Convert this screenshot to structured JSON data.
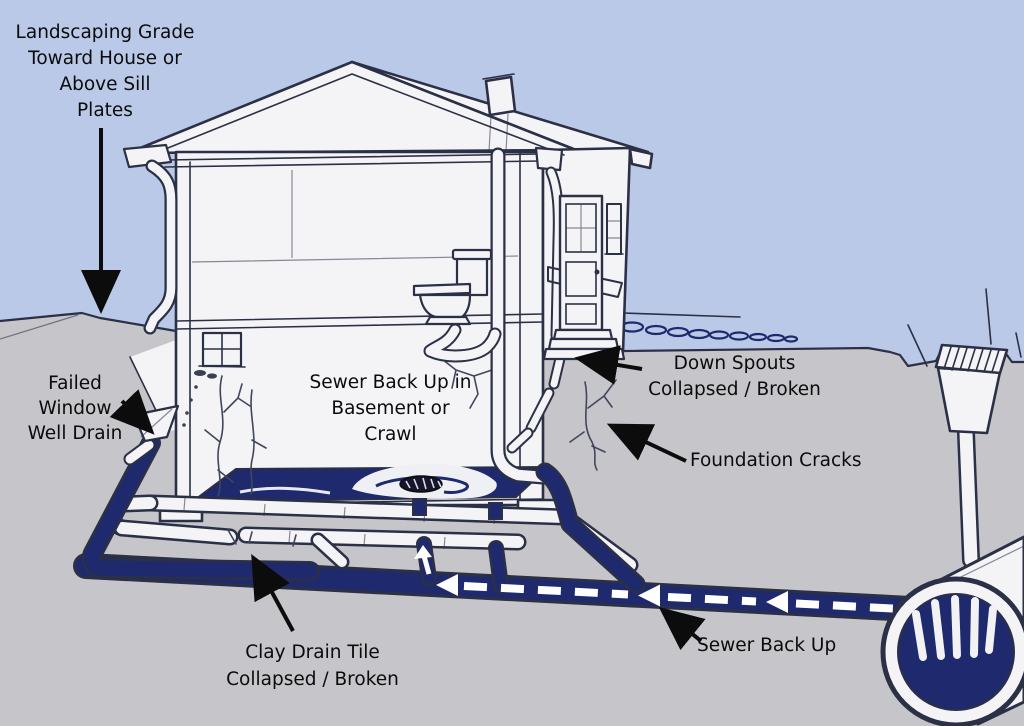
{
  "diagram_title": "Sewer back up and drainage failure causes (house cutaway)",
  "colors": {
    "sky": "#bac9e7",
    "ground": "#c6c6ca",
    "navy": "#1e2a6d",
    "line": "#2b3046",
    "house": "#f4f4f7",
    "text": "#0b0b0b"
  },
  "labels": {
    "landscaping": {
      "lines": [
        "Landscaping Grade",
        "Toward House or",
        "Above Sill",
        "Plates"
      ]
    },
    "window_well": {
      "lines": [
        "Failed",
        "Window",
        "Well Drain"
      ]
    },
    "basement": {
      "lines": [
        "Sewer Back Up in",
        "Basement or",
        "Crawl"
      ]
    },
    "downspouts": {
      "lines": [
        "Down Spouts",
        "Collapsed / Broken"
      ]
    },
    "foundation": {
      "lines": [
        "Foundation Cracks"
      ]
    },
    "clay_tile": {
      "lines": [
        "Clay Drain Tile",
        "Collapsed / Broken"
      ]
    },
    "sewer_backup": {
      "lines": [
        "Sewer Back Up"
      ]
    }
  },
  "icons": {
    "flow_arrows": "white dashed arrows pointing left toward house",
    "riser_arrow": "white arrow pointing up into drain tile",
    "annotation_arrows": "black pointer arrows"
  }
}
